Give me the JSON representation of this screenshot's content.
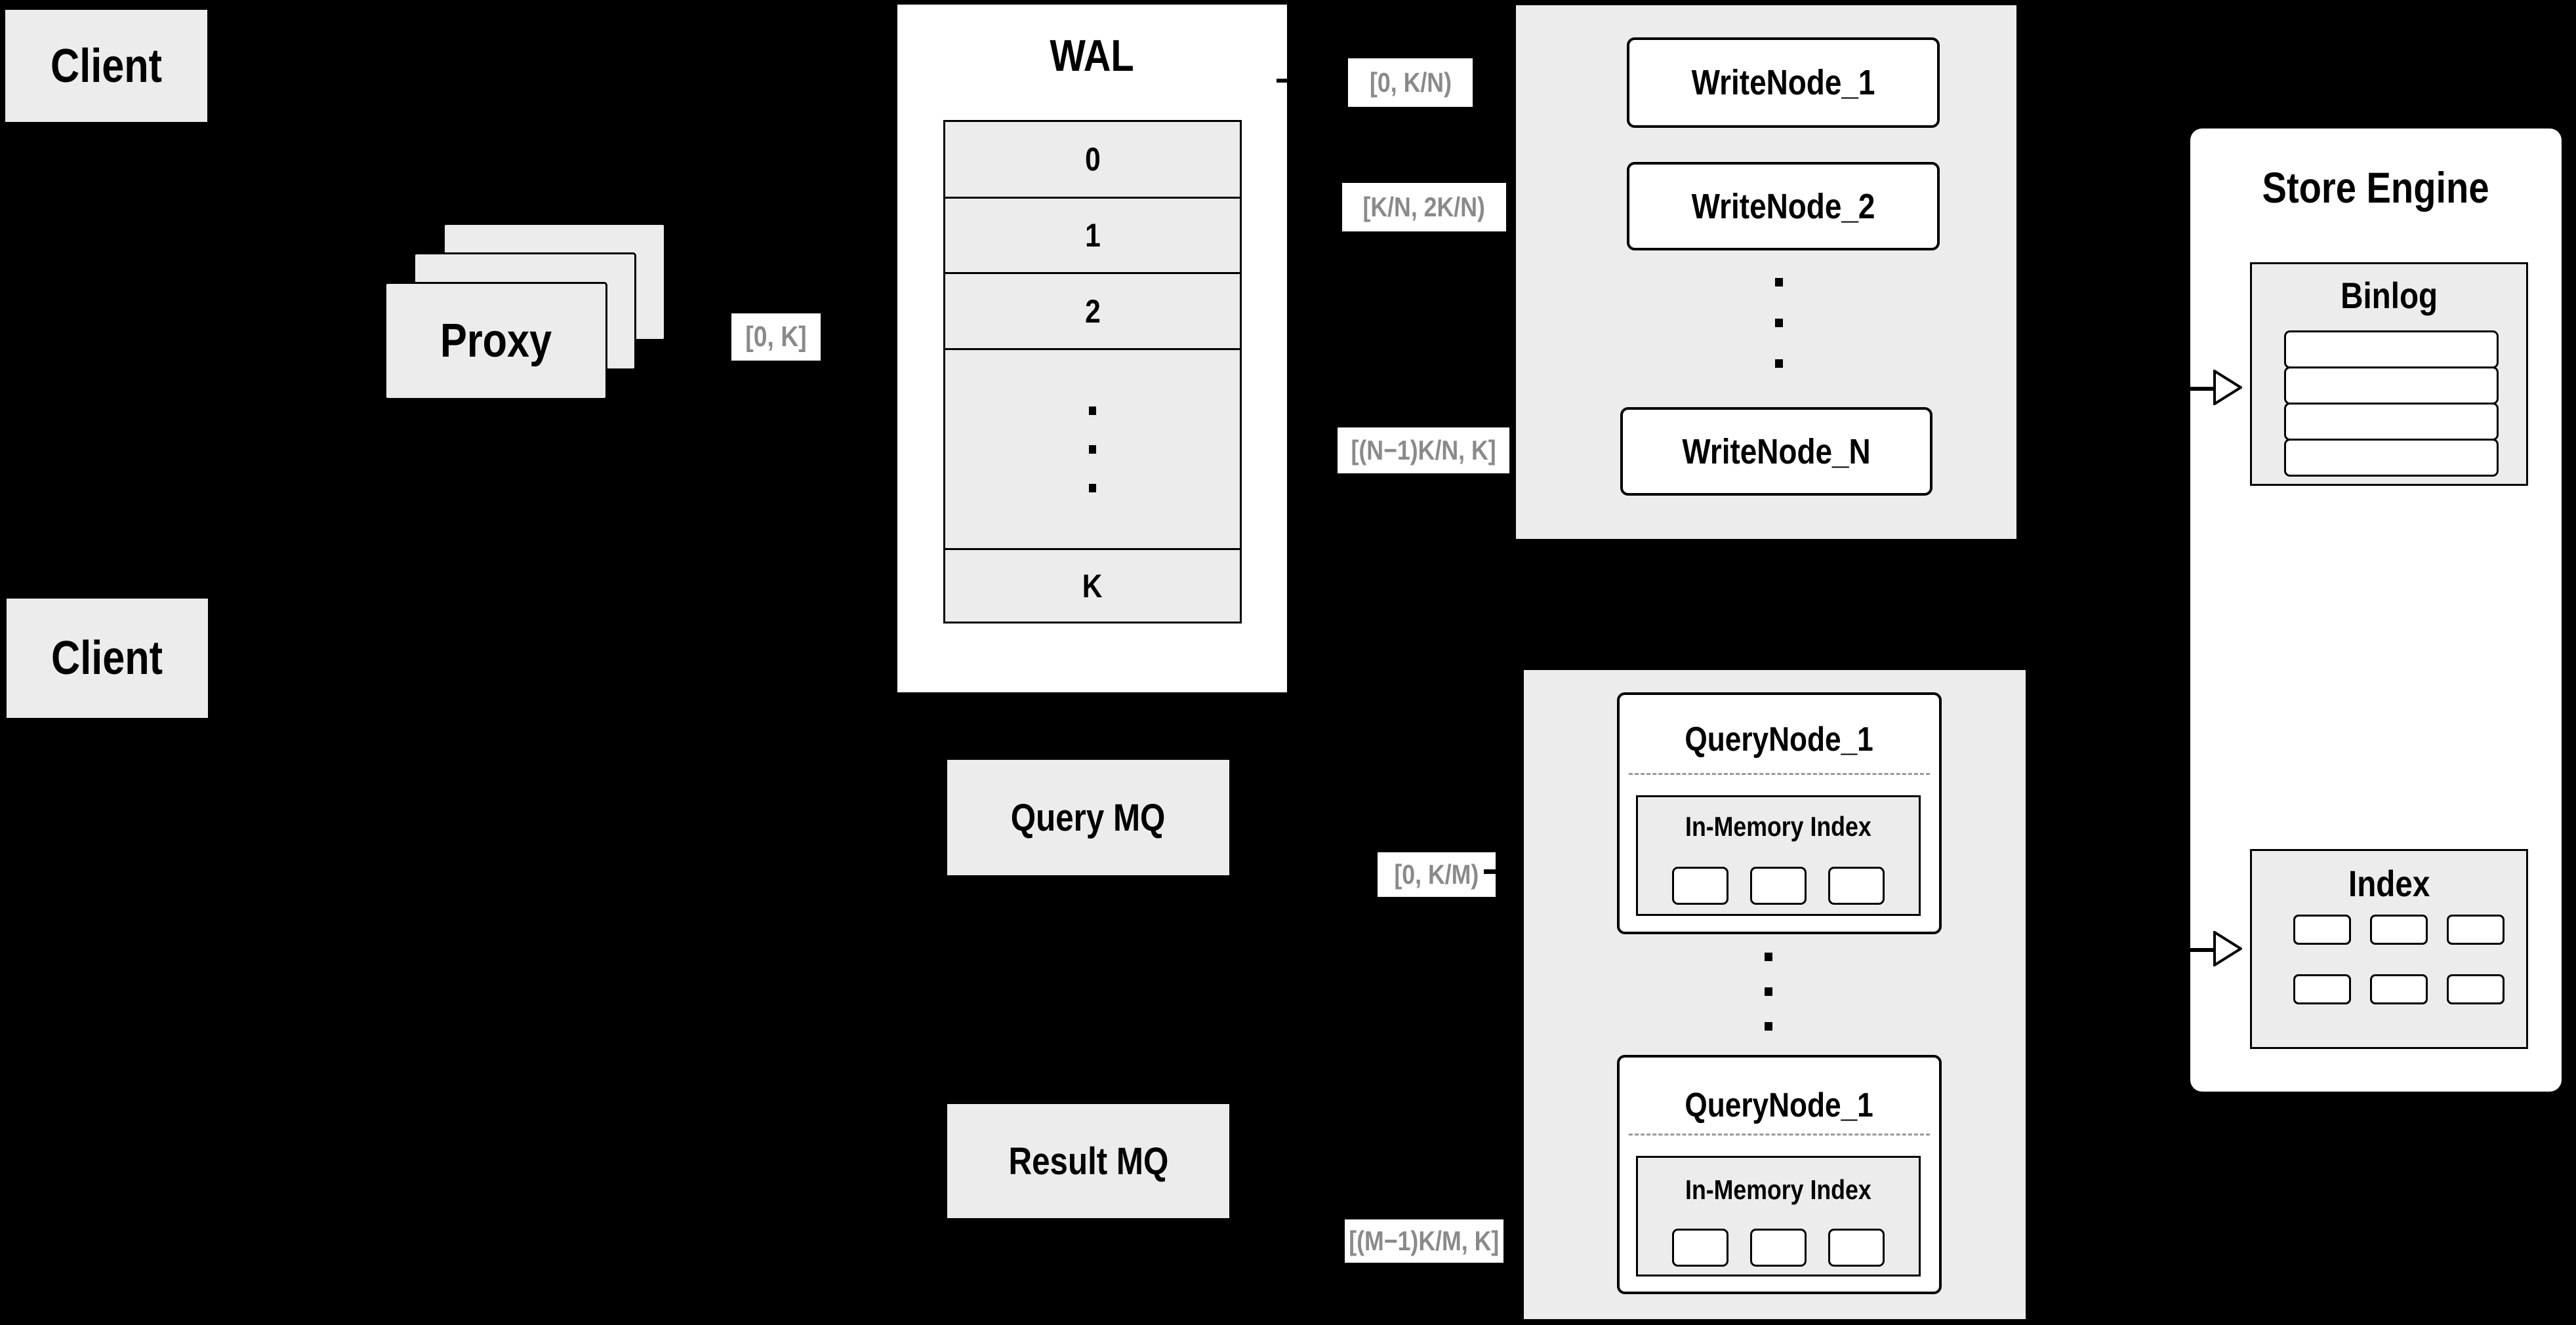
{
  "colors": {
    "background": "#000000",
    "panel_gray": "#ececec",
    "panel_white": "#ffffff",
    "line_black": "#000000",
    "range_text_gray": "#8a8a8a",
    "dashed_separator_gray": "#999999"
  },
  "clients": {
    "top_label": "Client",
    "bottom_label": "Client"
  },
  "proxy": {
    "label": "Proxy",
    "range_label": "[0, K]"
  },
  "wal": {
    "title": "WAL",
    "cells": [
      "0",
      "1",
      "2",
      "K"
    ]
  },
  "write_cluster": {
    "range_labels": [
      "[0, K/N)",
      "[K/N, 2K/N)",
      "[(N−1)K/N, K]"
    ],
    "node_labels": [
      "WriteNode_1",
      "WriteNode_2",
      "WriteNode_N"
    ]
  },
  "store_engine": {
    "title": "Store Engine",
    "binlog_title": "Binlog",
    "index_title": "Index"
  },
  "message_queues": {
    "query": "Query MQ",
    "result": "Result MQ"
  },
  "query_cluster": {
    "range_labels": [
      "[0, K/M)",
      "[(M−1)K/M, K]"
    ],
    "nodes": [
      {
        "title": "QueryNode_1",
        "inner_title": "In-Memory Index"
      },
      {
        "title": "QueryNode_1",
        "inner_title": "In-Memory Index"
      }
    ]
  }
}
